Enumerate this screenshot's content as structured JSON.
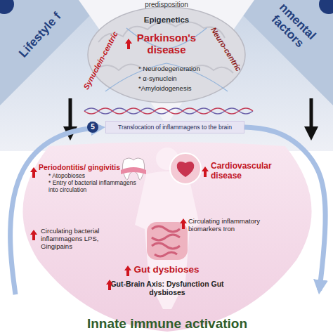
{
  "diagram": {
    "nodes": [
      {
        "text": [
          "Lifestyle f"
        ]
      },
      {
        "text": [
          "nmental factors"
        ]
      },
      {
        "text": [
          "predisposition",
          "Epigenetics",
          "Parkinson's disease",
          "* Neurodegeneration",
          "* α-synuclein",
          "*Amyloidogenesis"
        ]
      },
      {
        "text": [
          "Translocation of inflammagens to the brain"
        ]
      },
      {
        "text": [
          "Innate immune activation"
        ]
      },
      {
        "text": [
          "Periodontitis/ gingivitis",
          "* Atopobioses",
          "* Entry of bacterial inflammagens into circulation"
        ],
        "in": 4
      },
      {
        "text": [
          "Cardiovascular disease"
        ],
        "in": 4
      },
      {
        "text": [
          "Circulating bacterial inflammagens LPS, Gingipains"
        ],
        "in": 4
      },
      {
        "text": [
          "Circulating inflammatory biomarkers Iron"
        ],
        "in": 4
      },
      {
        "text": [
          "Gut dysbioses"
        ],
        "in": 4
      },
      {
        "text": [
          "Gut-Brain Axis: Dysfunction Gut dysbioses"
        ],
        "in": 4
      }
    ],
    "edges": [
      {
        "from": 0,
        "to": 4,
        "arrow": "to"
      },
      {
        "from": 1,
        "to": 4,
        "arrow": "to"
      },
      {
        "from": 4,
        "to": 3,
        "arrow": "to"
      },
      {
        "from": 3,
        "to": 4,
        "arrow": "to"
      }
    ],
    "labels": [
      "Synuclein-centric",
      "Neuro-centric",
      "5"
    ]
  }
}
